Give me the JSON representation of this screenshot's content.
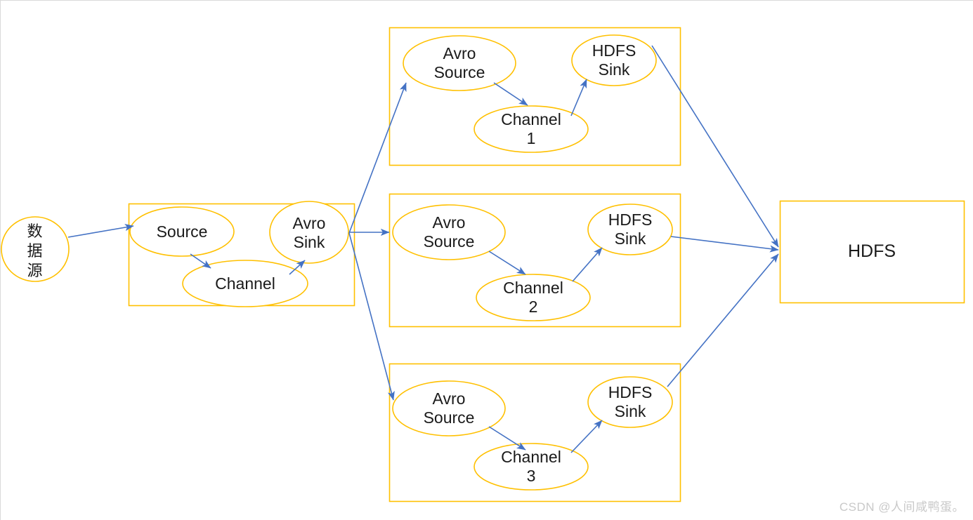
{
  "diagram": {
    "title": "Flume multi-agent aggregation to HDFS",
    "colors": {
      "shape_stroke": "#FFC000",
      "arrow": "#4472C4",
      "text": "#1A1A1A",
      "background": "#FFFFFF",
      "watermark": "#C9C9C9",
      "page_edge": "#D9D9D9"
    },
    "source_node": {
      "label": "数\n据\n源",
      "shape": "ellipse"
    },
    "collector_agent": {
      "shape": "rectangle",
      "nodes": [
        {
          "id": "source",
          "label": "Source",
          "shape": "ellipse"
        },
        {
          "id": "channel",
          "label": "Channel",
          "shape": "ellipse"
        },
        {
          "id": "avro-sink",
          "label": "Avro\nSink",
          "shape": "ellipse"
        }
      ]
    },
    "agents": [
      {
        "id": "agent-1",
        "shape": "rectangle",
        "nodes": [
          {
            "id": "avro-source",
            "label": "Avro\nSource",
            "shape": "ellipse"
          },
          {
            "id": "channel",
            "label": "Channel\n1",
            "shape": "ellipse"
          },
          {
            "id": "hdfs-sink",
            "label": "HDFS\nSink",
            "shape": "ellipse"
          }
        ]
      },
      {
        "id": "agent-2",
        "shape": "rectangle",
        "nodes": [
          {
            "id": "avro-source",
            "label": "Avro\nSource",
            "shape": "ellipse"
          },
          {
            "id": "channel",
            "label": "Channel\n2",
            "shape": "ellipse"
          },
          {
            "id": "hdfs-sink",
            "label": "HDFS\nSink",
            "shape": "ellipse"
          }
        ]
      },
      {
        "id": "agent-3",
        "shape": "rectangle",
        "nodes": [
          {
            "id": "avro-source",
            "label": "Avro\nSource",
            "shape": "ellipse"
          },
          {
            "id": "channel",
            "label": "Channel\n3",
            "shape": "ellipse"
          },
          {
            "id": "hdfs-sink",
            "label": "HDFS\nSink",
            "shape": "ellipse"
          }
        ]
      }
    ],
    "sink_node": {
      "label": "HDFS",
      "shape": "rectangle"
    },
    "watermark": "CSDN @人间咸鸭蛋。"
  }
}
